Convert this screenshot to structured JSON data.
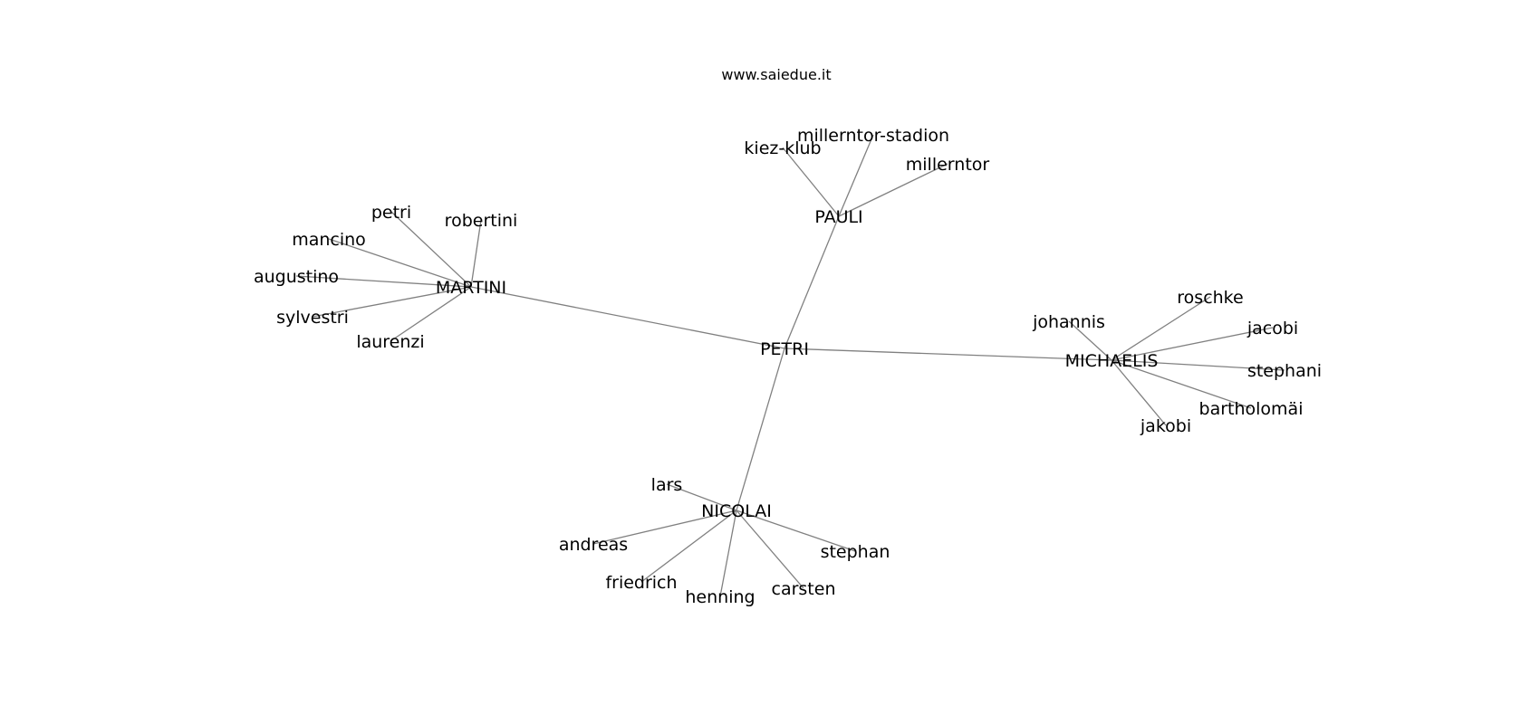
{
  "site_label": "www.saiedue.it",
  "graph": {
    "root": "PETRI",
    "nodes": [
      {
        "id": "PETRI",
        "label": "PETRI"
      },
      {
        "id": "MARTINI",
        "label": "MARTINI"
      },
      {
        "id": "PAULI",
        "label": "PAULI"
      },
      {
        "id": "MICHAELIS",
        "label": "MICHAELIS"
      },
      {
        "id": "NICOLAI",
        "label": "NICOLAI"
      },
      {
        "id": "m_petri",
        "label": "petri"
      },
      {
        "id": "m_robertini",
        "label": "robertini"
      },
      {
        "id": "m_mancino",
        "label": "mancino"
      },
      {
        "id": "m_augustino",
        "label": "augustino"
      },
      {
        "id": "m_sylvestri",
        "label": "sylvestri"
      },
      {
        "id": "m_laurenzi",
        "label": "laurenzi"
      },
      {
        "id": "p_kiezklub",
        "label": "kiez-klub"
      },
      {
        "id": "p_stadion",
        "label": "millerntor-stadion"
      },
      {
        "id": "p_millerntor",
        "label": "millerntor"
      },
      {
        "id": "mi_johannis",
        "label": "johannis"
      },
      {
        "id": "mi_roschke",
        "label": "roschke"
      },
      {
        "id": "mi_jacobi",
        "label": "jacobi"
      },
      {
        "id": "mi_stephani",
        "label": "stephani"
      },
      {
        "id": "mi_bartholomai",
        "label": "bartholomäi"
      },
      {
        "id": "mi_jakobi",
        "label": "jakobi"
      },
      {
        "id": "n_lars",
        "label": "lars"
      },
      {
        "id": "n_andreas",
        "label": "andreas"
      },
      {
        "id": "n_friedrich",
        "label": "friedrich"
      },
      {
        "id": "n_henning",
        "label": "henning"
      },
      {
        "id": "n_carsten",
        "label": "carsten"
      },
      {
        "id": "n_stephan",
        "label": "stephan"
      }
    ],
    "edges": [
      [
        "PETRI",
        "MARTINI"
      ],
      [
        "PETRI",
        "PAULI"
      ],
      [
        "PETRI",
        "MICHAELIS"
      ],
      [
        "PETRI",
        "NICOLAI"
      ],
      [
        "MARTINI",
        "m_petri"
      ],
      [
        "MARTINI",
        "m_robertini"
      ],
      [
        "MARTINI",
        "m_mancino"
      ],
      [
        "MARTINI",
        "m_augustino"
      ],
      [
        "MARTINI",
        "m_sylvestri"
      ],
      [
        "MARTINI",
        "m_laurenzi"
      ],
      [
        "PAULI",
        "p_kiezklub"
      ],
      [
        "PAULI",
        "p_stadion"
      ],
      [
        "PAULI",
        "p_millerntor"
      ],
      [
        "MICHAELIS",
        "mi_johannis"
      ],
      [
        "MICHAELIS",
        "mi_roschke"
      ],
      [
        "MICHAELIS",
        "mi_jacobi"
      ],
      [
        "MICHAELIS",
        "mi_stephani"
      ],
      [
        "MICHAELIS",
        "mi_bartholomai"
      ],
      [
        "MICHAELIS",
        "mi_jakobi"
      ],
      [
        "NICOLAI",
        "n_lars"
      ],
      [
        "NICOLAI",
        "n_andreas"
      ],
      [
        "NICOLAI",
        "n_friedrich"
      ],
      [
        "NICOLAI",
        "n_henning"
      ],
      [
        "NICOLAI",
        "n_carsten"
      ],
      [
        "NICOLAI",
        "n_stephan"
      ]
    ]
  }
}
